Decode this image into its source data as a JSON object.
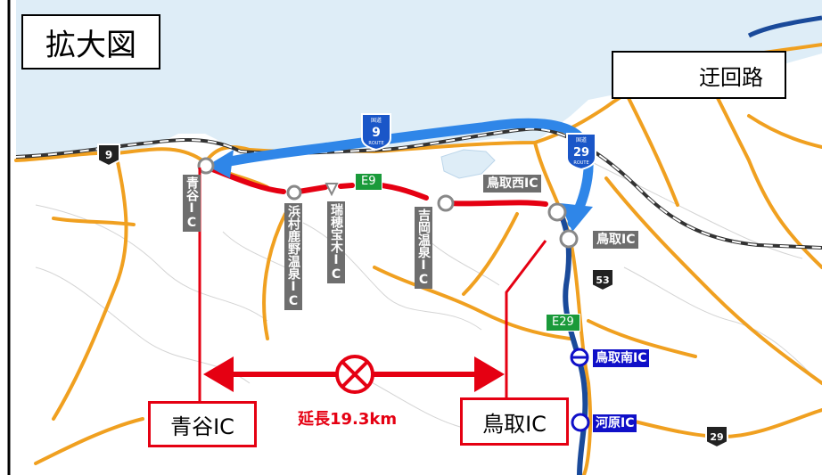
{
  "title": "拡大図",
  "legend": {
    "detour_label": "迂回路",
    "detour_color": "#2f86e8"
  },
  "routes": {
    "national_route_9": "9",
    "national_route_29": "29",
    "national_route_53": "53",
    "national_route_29_south": "29",
    "national_shield_caption": "国道",
    "route_caption": "ROUTE"
  },
  "expressways": {
    "e9": "E9",
    "e29": "E29"
  },
  "interchanges": {
    "aoya": "青谷IC",
    "hamamura": "浜村鹿野温泉IC",
    "zuiho": "瑞穂宝木IC",
    "yoshioka": "吉岡温泉IC",
    "tottori_nishi": "鳥取西IC",
    "tottori": "鳥取IC",
    "tottori_minami": "鳥取南IC",
    "kawahara": "河原IC"
  },
  "closure": {
    "from": "青谷IC",
    "to": "鳥取IC",
    "length": "延長19.3km",
    "closure_color": "#e50012"
  },
  "colors": {
    "sea": "#deedf7",
    "land": "#ffffff",
    "road_orange": "#f0a020",
    "expressway_blue": "#1a4a9a"
  }
}
